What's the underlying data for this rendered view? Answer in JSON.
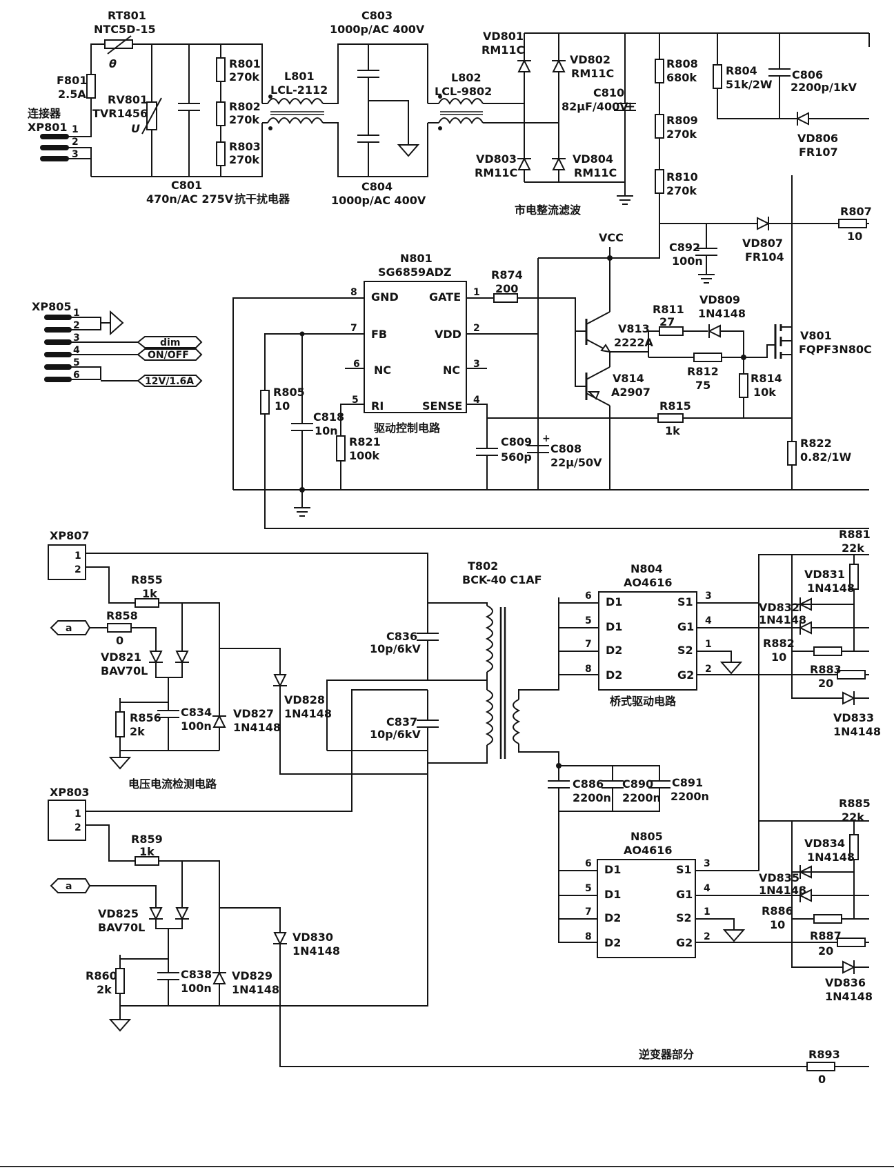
{
  "colors": {
    "ink": "#141414",
    "paper": "#ffffff"
  },
  "sections": {
    "emi_filter": "抗干扰电器",
    "rectifier": "市电整流滤波",
    "drive_control": "驱动控制电路",
    "detection": "电压电流检测电路",
    "bridge_driver": "桥式驱动电路",
    "inverter": "逆变器部分"
  },
  "connectors": {
    "xp801": {
      "desc": "连接器",
      "ref": "XP801",
      "pins": [
        "1",
        "2",
        "3"
      ]
    },
    "xp805": {
      "ref": "XP805",
      "pins": [
        "1",
        "2",
        "3",
        "4",
        "5",
        "6"
      ],
      "signals": [
        "dim",
        "ON/OFF",
        "12V/1.6A"
      ]
    },
    "xp807": {
      "ref": "XP807",
      "pins": [
        "1",
        "2"
      ]
    },
    "xp803": {
      "ref": "XP803",
      "pins": [
        "1",
        "2"
      ]
    },
    "a_tag": "a"
  },
  "ics": {
    "n801": {
      "ref": "N801",
      "part": "SG6859ADZ",
      "left": [
        "GND",
        "FB",
        "NC",
        "RI"
      ],
      "right": [
        "GATE",
        "VDD",
        "NC",
        "SENSE"
      ],
      "left_nums": [
        "8",
        "7",
        "6",
        "5"
      ],
      "right_nums": [
        "1",
        "2",
        "3",
        "4"
      ]
    },
    "n804": {
      "ref": "N804",
      "part": "AO4616",
      "left": [
        "D1",
        "D1",
        "D2",
        "D2"
      ],
      "right": [
        "S1",
        "G1",
        "S2",
        "G2"
      ],
      "left_nums": [
        "6",
        "5",
        "7",
        "8"
      ],
      "right_nums": [
        "3",
        "4",
        "1",
        "2"
      ]
    },
    "n805": {
      "ref": "N805",
      "part": "AO4616",
      "left": [
        "D1",
        "D1",
        "D2",
        "D2"
      ],
      "right": [
        "S1",
        "G1",
        "S2",
        "G2"
      ],
      "left_nums": [
        "6",
        "5",
        "7",
        "8"
      ],
      "right_nums": [
        "3",
        "4",
        "1",
        "2"
      ]
    }
  },
  "components": {
    "rt801": {
      "ref": "RT801",
      "val": "NTC5D-15",
      "sym": "θ"
    },
    "f801": {
      "ref": "F801",
      "val": "2.5A"
    },
    "rv801": {
      "ref": "RV801",
      "val": "TVR1456",
      "sym": "U"
    },
    "c801": {
      "ref": "C801",
      "val": "470n/AC 275V"
    },
    "r801": {
      "ref": "R801",
      "val": "270k"
    },
    "r802": {
      "ref": "R802",
      "val": "270k"
    },
    "r803": {
      "ref": "R803",
      "val": "270k"
    },
    "l801": {
      "ref": "L801",
      "val": "LCL-2112"
    },
    "c803": {
      "ref": "C803",
      "val": "1000p/AC 400V"
    },
    "c804": {
      "ref": "C804",
      "val": "1000p/AC 400V"
    },
    "l802": {
      "ref": "L802",
      "val": "LCL-9802"
    },
    "vd801": {
      "ref": "VD801",
      "val": "RM11C"
    },
    "vd802": {
      "ref": "VD802",
      "val": "RM11C"
    },
    "vd803": {
      "ref": "VD803",
      "val": "RM11C"
    },
    "vd804": {
      "ref": "VD804",
      "val": "RM11C"
    },
    "c810": {
      "ref": "C810",
      "val": "82µF/400V"
    },
    "r808": {
      "ref": "R808",
      "val": "680k"
    },
    "r809": {
      "ref": "R809",
      "val": "270k"
    },
    "r810": {
      "ref": "R810",
      "val": "270k"
    },
    "r804": {
      "ref": "R804",
      "val": "51k/2W"
    },
    "c806": {
      "ref": "C806",
      "val": "2200p/1kV"
    },
    "vd806": {
      "ref": "VD806",
      "val": "FR107"
    },
    "r807": {
      "ref": "R807",
      "val": "10"
    },
    "vd807": {
      "ref": "VD807",
      "val": "FR104"
    },
    "c892": {
      "ref": "C892",
      "val": "100n"
    },
    "vcc": "VCC",
    "r874": {
      "ref": "R874",
      "val": "200"
    },
    "r811": {
      "ref": "R811",
      "val": "27"
    },
    "vd809": {
      "ref": "VD809",
      "val": "1N4148"
    },
    "v813": {
      "ref": "V813",
      "val": "2222A"
    },
    "v814": {
      "ref": "V814",
      "val": "A2907"
    },
    "r812": {
      "ref": "R812",
      "val": "75"
    },
    "r814": {
      "ref": "R814",
      "val": "10k"
    },
    "v801": {
      "ref": "V801",
      "val": "FQPF3N80C"
    },
    "r815": {
      "ref": "R815",
      "val": "1k"
    },
    "r822": {
      "ref": "R822",
      "val": "0.82/1W"
    },
    "r805": {
      "ref": "R805",
      "val": "10"
    },
    "c818": {
      "ref": "C818",
      "val": "10n"
    },
    "r821": {
      "ref": "R821",
      "val": "100k"
    },
    "c809": {
      "ref": "C809",
      "val": "560p"
    },
    "c808": {
      "ref": "C808",
      "val": "22µ/50V"
    },
    "r855": {
      "ref": "R855",
      "val": "1k"
    },
    "r858": {
      "ref": "R858",
      "val": "0"
    },
    "vd821": {
      "ref": "VD821",
      "val": "BAV70L"
    },
    "r856": {
      "ref": "R856",
      "val": "2k"
    },
    "c834": {
      "ref": "C834",
      "val": "100n"
    },
    "vd827": {
      "ref": "VD827",
      "val": "1N4148"
    },
    "vd828": {
      "ref": "VD828",
      "val": "1N4148"
    },
    "t802": {
      "ref": "T802",
      "val": "BCK-40 C1AF"
    },
    "c836": {
      "ref": "C836",
      "val": "10p/6kV"
    },
    "c837": {
      "ref": "C837",
      "val": "10p/6kV"
    },
    "r859": {
      "ref": "R859",
      "val": "1k"
    },
    "vd825": {
      "ref": "VD825",
      "val": "BAV70L"
    },
    "r860": {
      "ref": "R860",
      "val": "2k"
    },
    "c838": {
      "ref": "C838",
      "val": "100n"
    },
    "vd829": {
      "ref": "VD829",
      "val": "1N4148"
    },
    "vd830": {
      "ref": "VD830",
      "val": "1N4148"
    },
    "c886": {
      "ref": "C886",
      "val": "2200n"
    },
    "c890": {
      "ref": "C890",
      "val": "2200n"
    },
    "c891": {
      "ref": "C891",
      "val": "2200n"
    },
    "r881": {
      "ref": "R881",
      "val": "22k"
    },
    "vd831": {
      "ref": "VD831",
      "val": "1N4148"
    },
    "vd832": {
      "ref": "VD832",
      "val": "1N4148"
    },
    "r882": {
      "ref": "R882",
      "val": "10"
    },
    "r883": {
      "ref": "R883",
      "val": "20"
    },
    "vd833": {
      "ref": "VD833",
      "val": "1N4148"
    },
    "r885": {
      "ref": "R885",
      "val": "22k"
    },
    "vd834": {
      "ref": "VD834",
      "val": "1N4148"
    },
    "vd835": {
      "ref": "VD835",
      "val": "1N4148"
    },
    "r886": {
      "ref": "R886",
      "val": "10"
    },
    "r887": {
      "ref": "R887",
      "val": "20"
    },
    "vd836": {
      "ref": "VD836",
      "val": "1N4148"
    },
    "r893": {
      "ref": "R893",
      "val": "0"
    }
  }
}
